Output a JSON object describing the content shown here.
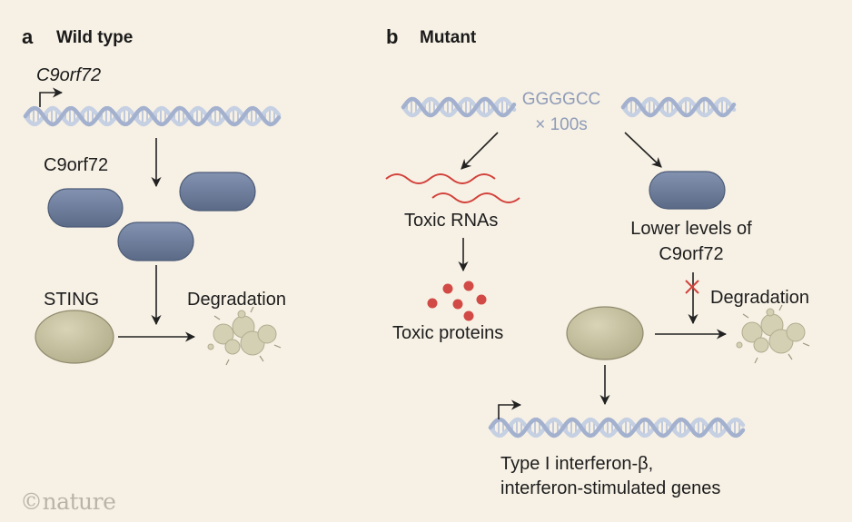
{
  "panels": {
    "a": {
      "letter": "a",
      "title": "Wild type"
    },
    "b": {
      "letter": "b",
      "title": "Mutant"
    }
  },
  "labels": {
    "gene_name": "C9orf72",
    "protein_label": "C9orf72",
    "sting": "STING",
    "degradation_a": "Degradation",
    "repeat_seq": "GGGGCC",
    "repeat_count": "× 100s",
    "toxic_rnas": "Toxic RNAs",
    "toxic_proteins": "Toxic proteins",
    "lower_levels_line1": "Lower levels of",
    "lower_levels_line2": "C9orf72",
    "degradation_b": "Degradation",
    "interferon_line1": "Type I interferon-β,",
    "interferon_line2": "interferon-stimulated genes"
  },
  "credit": "©nature",
  "colors": {
    "background": "#f7f1e5",
    "dna": "#b3c0d9",
    "protein": "#6c7c9a",
    "sting": "#c7c2a0",
    "rna": "#d2413a",
    "toxic_protein": "#d24a45",
    "block_mark": "#d2413a"
  }
}
